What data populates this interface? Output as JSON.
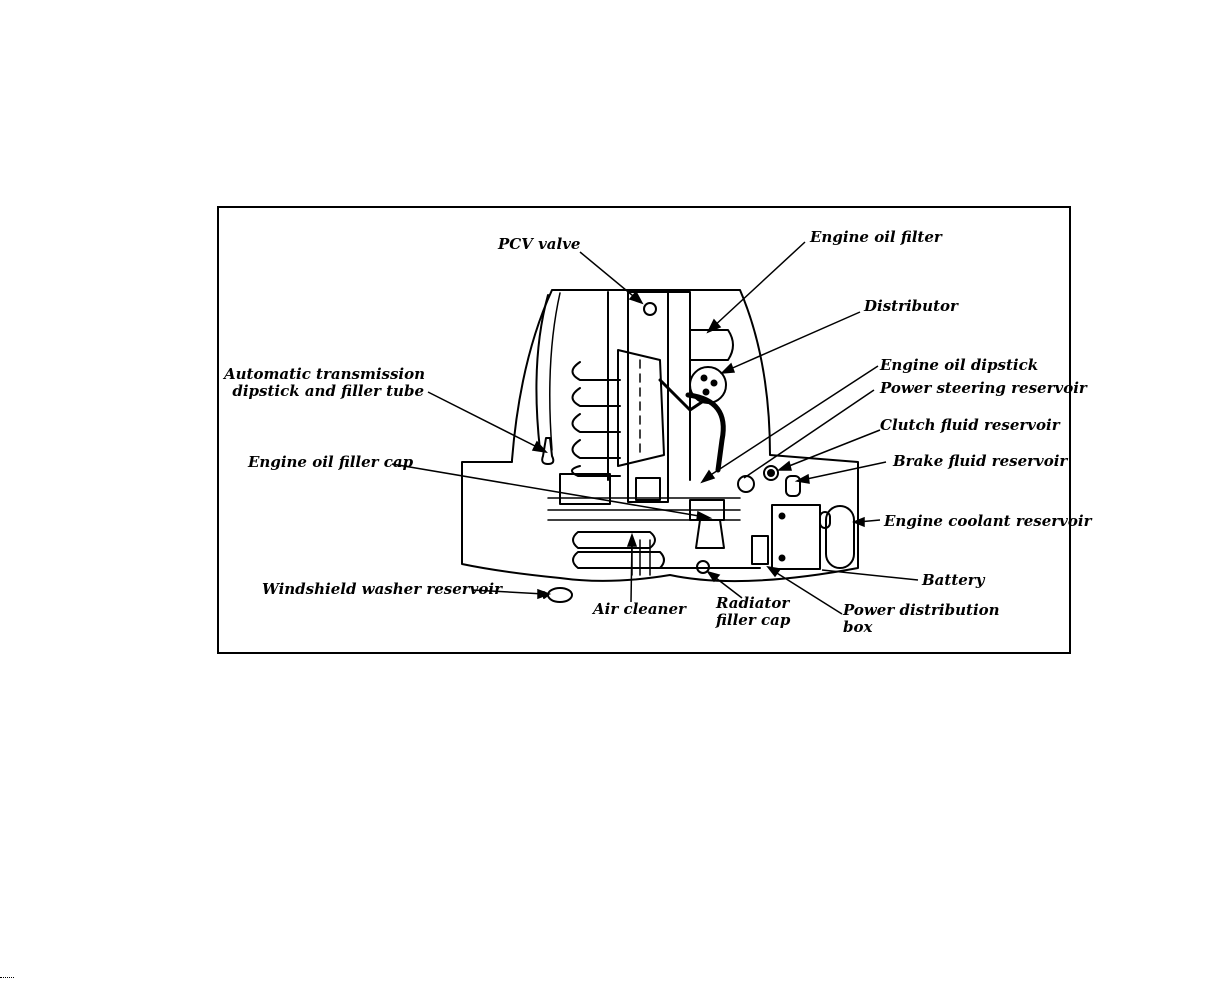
{
  "colors": {
    "ink": "#000000",
    "paper": "#ffffff"
  },
  "labels": {
    "pcv_valve": "PCV valve",
    "engine_oil_filter": "Engine oil filter",
    "distributor": "Distributor",
    "auto_trans_line1": "Automatic transmission",
    "auto_trans_line2": "dipstick and filler tube",
    "engine_oil_dipstick": "Engine oil dipstick",
    "power_steering_reservoir": "Power steering reservoir",
    "clutch_fluid_reservoir": "Clutch fluid reservoir",
    "brake_fluid_reservoir": "Brake fluid reservoir",
    "engine_oil_filler_cap": "Engine oil filler cap",
    "engine_coolant_reservoir": "Engine coolant reservoir",
    "battery": "Battery",
    "windshield_washer_reservoir": "Windshield washer reservoir",
    "air_cleaner": "Air cleaner",
    "radiator_line1": "Radiator",
    "radiator_line2": "filler cap",
    "power_dist_line1": "Power distribution",
    "power_dist_line2": "box"
  }
}
